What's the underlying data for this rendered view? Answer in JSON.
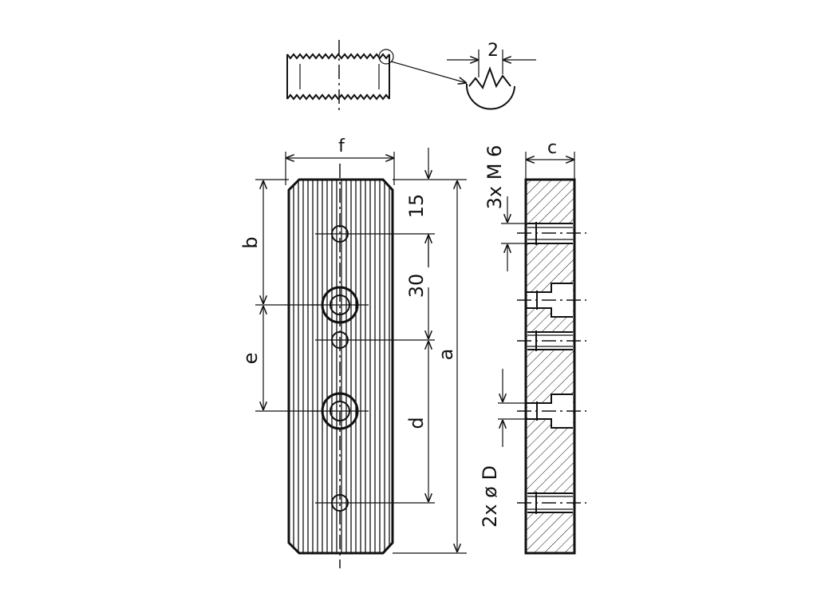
{
  "labels": {
    "tooth_pitch": "2",
    "f": "f",
    "c": "c",
    "dim_15": "15",
    "dim_30": "30",
    "b": "b",
    "e": "e",
    "a": "a",
    "d": "d",
    "threads": "3x  M 6",
    "holes": "2x  ø D"
  },
  "colors": {
    "line": "#111111",
    "background": "#ffffff"
  }
}
